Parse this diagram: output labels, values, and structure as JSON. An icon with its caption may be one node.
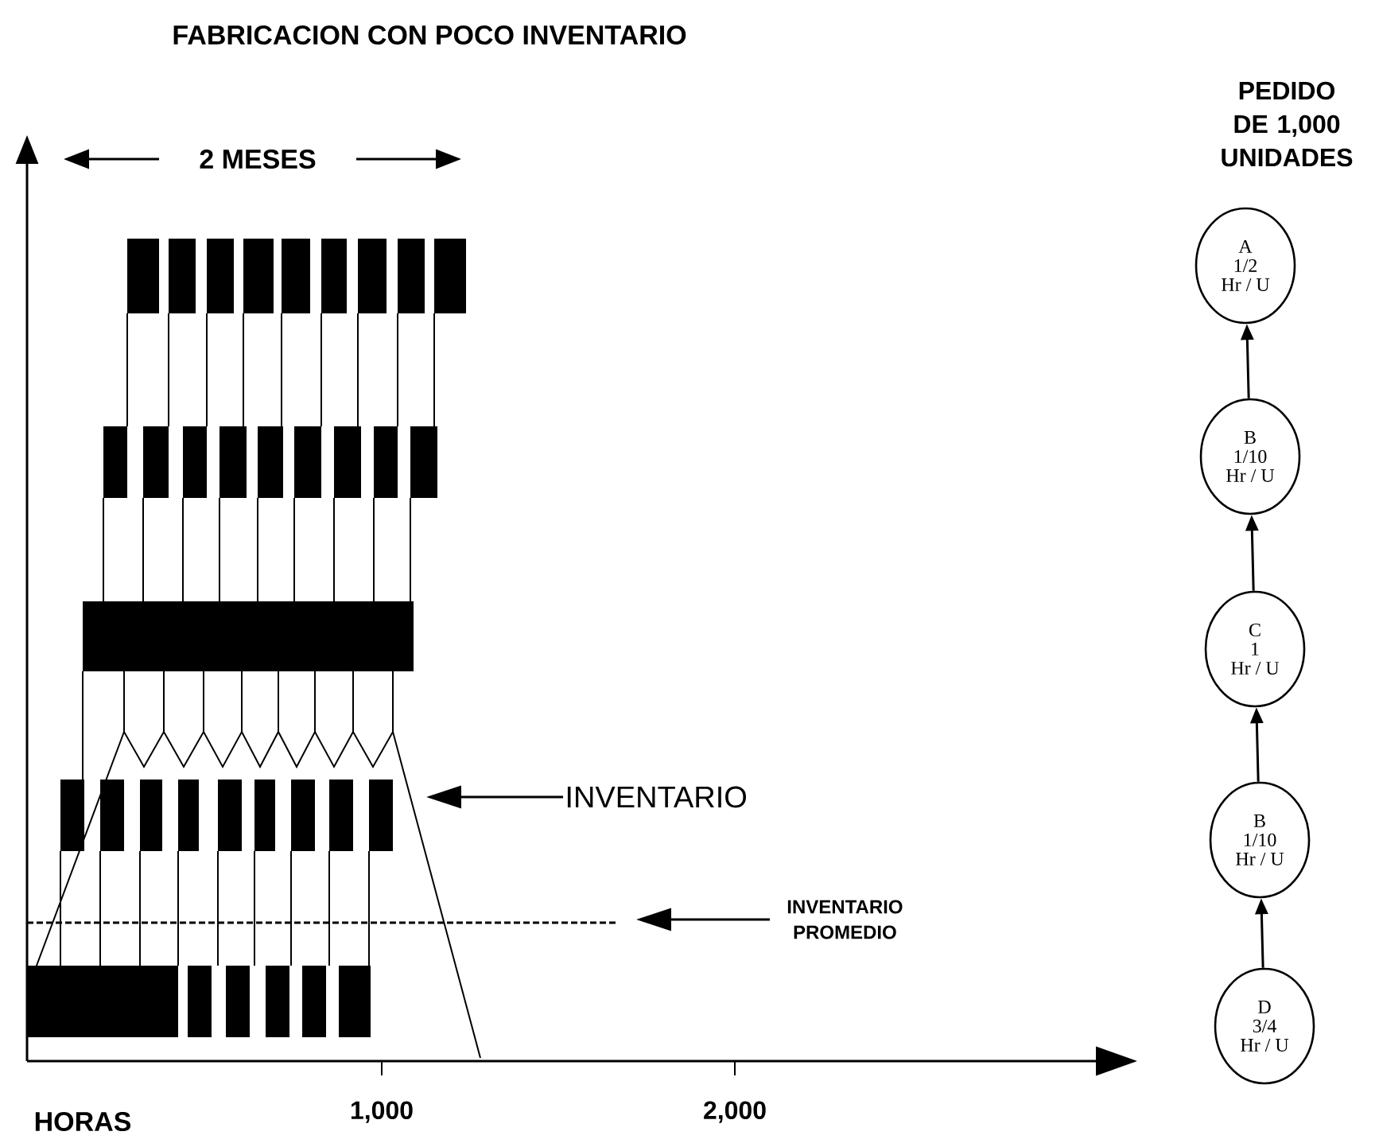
{
  "diagram": {
    "title": "FABRICACION CON POCO INVENTARIO",
    "nodes": [
      {
        "text": [
          "A",
          "1/2",
          "Hr / U"
        ]
      },
      {
        "text": [
          "B",
          "1/10",
          "Hr / U"
        ]
      },
      {
        "text": [
          "C",
          "1",
          "Hr / U"
        ]
      },
      {
        "text": [
          "B",
          "1/10",
          "Hr / U"
        ]
      },
      {
        "text": [
          "D",
          "3/4",
          "Hr / U"
        ]
      },
      {
        "text": [
          "INVENTARIO"
        ]
      },
      {
        "text": [
          "INVENTARIO PROMEDIO"
        ]
      }
    ],
    "edges": [
      {
        "from": 1,
        "to": 0,
        "arrow": "to"
      },
      {
        "from": 2,
        "to": 1,
        "arrow": "to"
      },
      {
        "from": 3,
        "to": 2,
        "arrow": "to"
      },
      {
        "from": 4,
        "to": 3,
        "arrow": "to"
      },
      {
        "from": 5,
        "to": null,
        "arrow": "to"
      },
      {
        "from": 6,
        "to": null,
        "arrow": "to"
      }
    ],
    "labels": [
      "PEDIDO DE 1,000 UNIDADES",
      "2 MESES",
      "HORAS",
      "1,000",
      "2,000"
    ]
  }
}
